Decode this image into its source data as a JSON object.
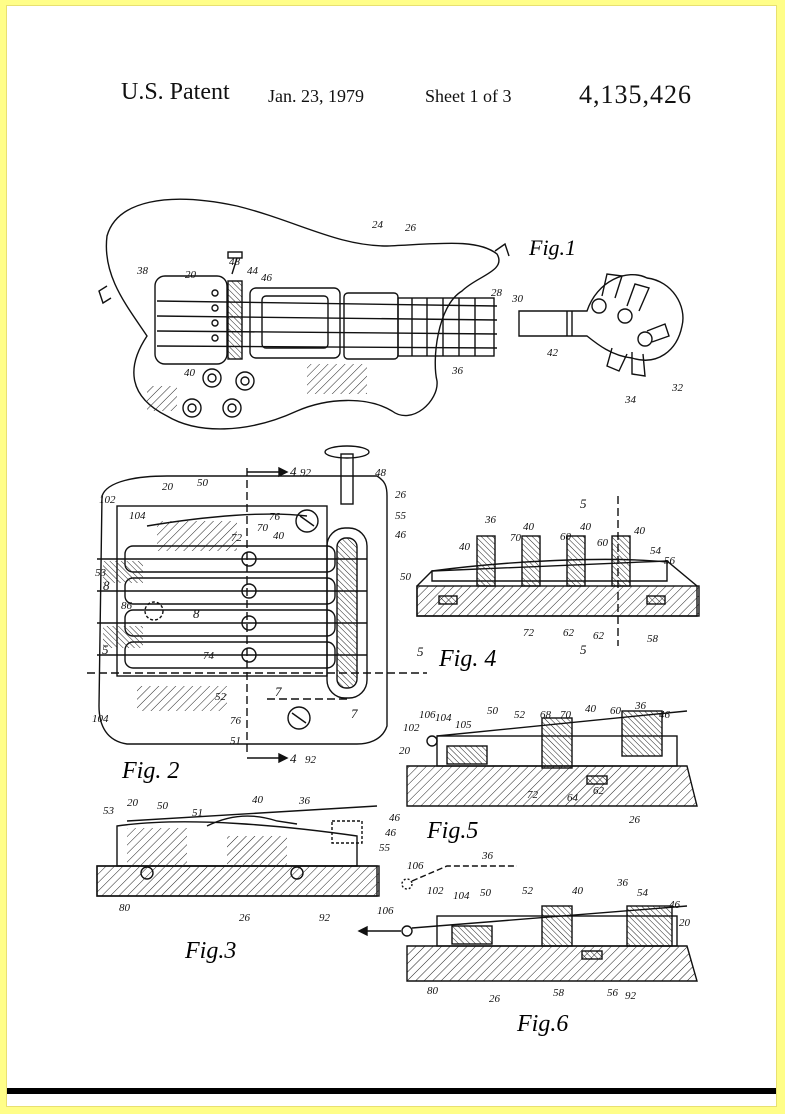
{
  "header": {
    "title": "U.S. Patent",
    "date": "Jan. 23, 1979",
    "sheet": "Sheet 1 of 3",
    "patent_number": "4,135,426"
  },
  "figures": {
    "fig1": "Fig.1",
    "fig2": "Fig. 2",
    "fig3": "Fig.3",
    "fig4": "Fig. 4",
    "fig5": "Fig.5",
    "fig6": "Fig.6"
  },
  "labels": {
    "fig1": [
      "24",
      "26",
      "38",
      "20",
      "48",
      "44",
      "46",
      "30",
      "28",
      "40",
      "36",
      "42",
      "34",
      "32"
    ],
    "fig2": [
      "102",
      "104",
      "20",
      "50",
      "92",
      "76",
      "70",
      "72",
      "40",
      "48",
      "26",
      "55",
      "46",
      "53",
      "8",
      "86",
      "8",
      "5",
      "74",
      "7",
      "104",
      "52",
      "76",
      "51",
      "92",
      "7",
      "4",
      "4",
      "5"
    ],
    "fig3": [
      "53",
      "20",
      "50",
      "51",
      "40",
      "36",
      "46",
      "46",
      "55",
      "80",
      "26",
      "92"
    ],
    "fig4": [
      "5",
      "36",
      "40",
      "70",
      "40",
      "60",
      "40",
      "60",
      "40",
      "54",
      "56",
      "50",
      "72",
      "62",
      "62",
      "58",
      "5"
    ],
    "fig5": [
      "102",
      "106",
      "104",
      "105",
      "50",
      "52",
      "68",
      "70",
      "40",
      "60",
      "36",
      "46",
      "20",
      "72",
      "64",
      "62",
      "26"
    ],
    "fig6": [
      "106",
      "36",
      "102",
      "104",
      "50",
      "52",
      "40",
      "36",
      "54",
      "46",
      "106",
      "20",
      "80",
      "26",
      "58",
      "56",
      "92"
    ]
  }
}
